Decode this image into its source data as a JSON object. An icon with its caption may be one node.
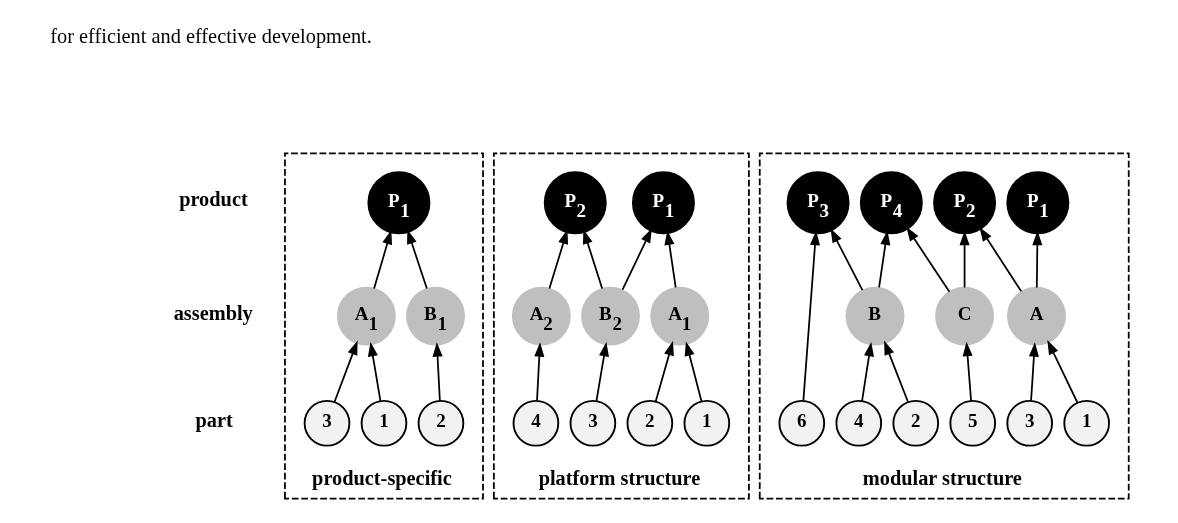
{
  "diagram": {
    "nodes": [
      {
        "text": [
          "product-specific"
        ]
      },
      {
        "text": [
          "P$_{1}$"
        ],
        "in": 0
      },
      {
        "text": [
          "A$_{1}$"
        ],
        "in": 0
      },
      {
        "text": [
          "B$_{1}$"
        ],
        "in": 0
      },
      {
        "text": [
          "1"
        ],
        "in": 0
      },
      {
        "text": [
          "2"
        ],
        "in": 0
      },
      {
        "text": [
          "3"
        ],
        "in": 0
      },
      {
        "text": [
          "platform structure"
        ]
      },
      {
        "text": [
          "P$_{1}$"
        ],
        "in": 7
      },
      {
        "text": [
          "P$_{2}$"
        ],
        "in": 7
      },
      {
        "text": [
          "A$_{1}$"
        ],
        "in": 7
      },
      {
        "text": [
          "B$_{2}$"
        ],
        "in": 7
      },
      {
        "text": [
          "A$_{2}$"
        ],
        "in": 7
      },
      {
        "text": [
          "1"
        ],
        "in": 7
      },
      {
        "text": [
          "2"
        ],
        "in": 7
      },
      {
        "text": [
          "3"
        ],
        "in": 7
      },
      {
        "text": [
          "4"
        ],
        "in": 7
      },
      {
        "text": [
          "modular structure"
        ]
      },
      {
        "text": [
          "P$_{1}$"
        ],
        "in": 17
      },
      {
        "text": [
          "P$_{2}$"
        ],
        "in": 17
      },
      {
        "text": [
          "P$_{3}$"
        ],
        "in": 17
      },
      {
        "text": [
          "P$_{4}$"
        ],
        "in": 17
      },
      {
        "text": [
          "A"
        ],
        "in": 17
      },
      {
        "text": [
          "B"
        ],
        "in": 17
      },
      {
        "text": [
          "C"
        ],
        "in": 17
      },
      {
        "text": [
          "1"
        ],
        "in": 17
      },
      {
        "text": [
          "2"
        ],
        "in": 17
      },
      {
        "text": [
          "3"
        ],
        "in": 17
      },
      {
        "text": [
          "4"
        ],
        "in": 17
      },
      {
        "text": [
          "5"
        ],
        "in": 17
      },
      {
        "text": [
          "6"
        ],
        "in": 17
      }
    ],
    "edges": [
      {
        "from": 2,
        "to": 1,
        "arrow": "to"
      },
      {
        "from": 3,
        "to": 1,
        "arrow": "to"
      },
      {
        "from": 4,
        "to": 2,
        "arrow": "to"
      },
      {
        "from": 6,
        "to": 2,
        "arrow": "to"
      },
      {
        "from": 5,
        "to": 3,
        "arrow": "to"
      },
      {
        "from": 10,
        "to": 8,
        "arrow": "to"
      },
      {
        "from": 11,
        "to": 8,
        "arrow": "to"
      },
      {
        "from": 11,
        "to": 9,
        "arrow": "to"
      },
      {
        "from": 12,
        "to": 9,
        "arrow": "to"
      },
      {
        "from": 13,
        "to": 10,
        "arrow": "to"
      },
      {
        "from": 14,
        "to": 10,
        "arrow": "to"
      },
      {
        "from": 15,
        "to": 11,
        "arrow": "to"
      },
      {
        "from": 16,
        "to": 12,
        "arrow": "to"
      },
      {
        "from": 22,
        "to": 18,
        "arrow": "to"
      },
      {
        "from": 22,
        "to": 19,
        "arrow": "to"
      },
      {
        "from": 23,
        "to": 20,
        "arrow": "to"
      },
      {
        "from": 23,
        "to": 21,
        "arrow": "to"
      },
      {
        "from": 24,
        "to": 19,
        "arrow": "to"
      },
      {
        "from": 24,
        "to": 21,
        "arrow": "to"
      },
      {
        "from": 25,
        "to": 22,
        "arrow": "to"
      },
      {
        "from": 27,
        "to": 22,
        "arrow": "to"
      },
      {
        "from": 26,
        "to": 23,
        "arrow": "to"
      },
      {
        "from": 28,
        "to": 23,
        "arrow": "to"
      },
      {
        "from": 29,
        "to": 24,
        "arrow": "to"
      },
      {
        "from": 30,
        "to": 20,
        "arrow": "to"
      }
    ],
    "labels": [
      "for efficient and effective development.",
      "product",
      "assembly",
      "part"
    ]
  }
}
